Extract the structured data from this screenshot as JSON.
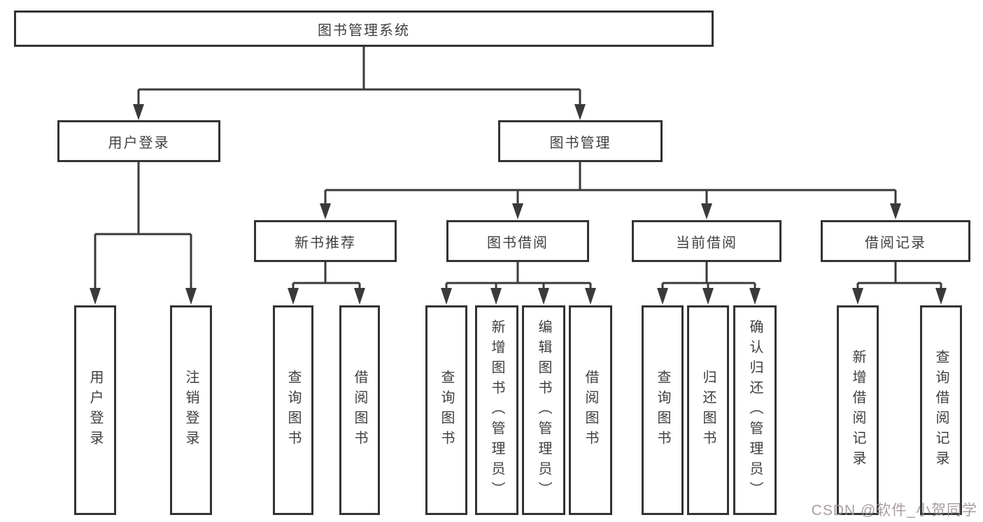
{
  "tree": {
    "root": {
      "label": "图书管理系统",
      "children": [
        {
          "label": "用户登录",
          "children": [
            {
              "label": "用户登录"
            },
            {
              "label": "注销登录"
            }
          ]
        },
        {
          "label": "图书管理",
          "children": [
            {
              "label": "新书推荐",
              "children": [
                {
                  "label": "查询图书"
                },
                {
                  "label": "借阅图书"
                }
              ]
            },
            {
              "label": "图书借阅",
              "children": [
                {
                  "label": "查询图书"
                },
                {
                  "label": "新增图书（管理员）"
                },
                {
                  "label": "编辑图书（管理员）"
                },
                {
                  "label": "借阅图书"
                }
              ]
            },
            {
              "label": "当前借阅",
              "children": [
                {
                  "label": "查询图书"
                },
                {
                  "label": "归还图书"
                },
                {
                  "label": "确认归还（管理员）"
                }
              ]
            },
            {
              "label": "借阅记录",
              "children": [
                {
                  "label": "新增借阅记录"
                },
                {
                  "label": "查询借阅记录"
                }
              ]
            }
          ]
        }
      ]
    }
  },
  "watermark": {
    "text": "CSDN @软件_小贺同学"
  },
  "colors": {
    "background": "#ffffff",
    "box_border": "#333333",
    "connector_line": "#3a3a3a",
    "text": "#3f3f3f",
    "watermark_text": "#a09394"
  }
}
